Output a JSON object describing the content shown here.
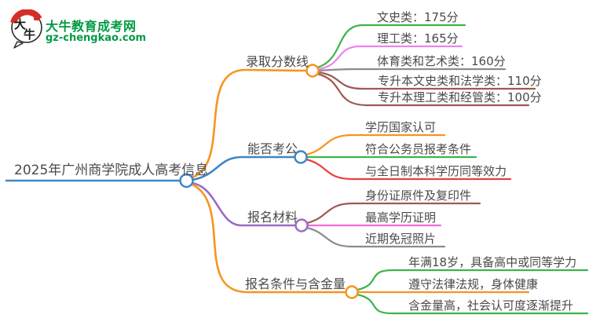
{
  "logo": {
    "site_name": "大牛教育成考网",
    "site_url": "gz-chengkao.com",
    "mark_char_1": "大",
    "mark_char_2": "牛",
    "brand_green": "#009a44",
    "logo_red": "#d42e26"
  },
  "mindmap": {
    "root": {
      "label": "2025年广州商学院成人高考信息",
      "color": "#3e86c6"
    },
    "branches": [
      {
        "label": "录取分数线",
        "color": "#f7941e",
        "children": [
          {
            "label": "文史类：175分",
            "color": "#3cb44a"
          },
          {
            "label": "理工类：165分",
            "color": "#ee82ee"
          },
          {
            "label": "体育类和艺术类：160分",
            "color": "#8c8c8c"
          },
          {
            "label": "专升本文史类和法学类：110分",
            "color": "#9e5a50"
          },
          {
            "label": "专升本理工类和经管类：100分",
            "color": "#9e5a50"
          }
        ]
      },
      {
        "label": "能否考公",
        "color": "#3e86c6",
        "children": [
          {
            "label": "学历国家认可",
            "color": "#f7941e"
          },
          {
            "label": "符合公务员报考条件",
            "color": "#3cb44a"
          },
          {
            "label": "与全日制本科学历同等效力",
            "color": "#e5413e"
          }
        ]
      },
      {
        "label": "报名材料",
        "color": "#9b6bc6",
        "children": [
          {
            "label": "身份证原件及复印件",
            "color": "#9e5a50"
          },
          {
            "label": "最高学历证明",
            "color": "#f06ad8"
          },
          {
            "label": "近期免冠照片",
            "color": "#8c8c8c"
          }
        ]
      },
      {
        "label": "报名条件与含金量",
        "color": "#f7941e",
        "children": [
          {
            "label": "年满18岁，具备高中或同等学力",
            "color": "#3cb44a"
          },
          {
            "label": "遵守法律法规，身体健康",
            "color": "#f7941e"
          },
          {
            "label": "含金量高，社会认可度逐渐提升",
            "color": "#3cb44a"
          }
        ]
      }
    ]
  }
}
